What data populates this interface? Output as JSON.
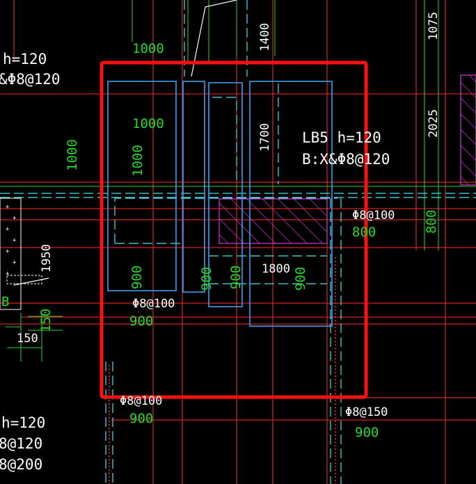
{
  "colors": {
    "background": "#000000",
    "grid_red": "#ff2b2b",
    "text_white": "#ffffff",
    "dim_green": "#27d82a",
    "dash_cyan": "#46e6ee",
    "box_blue": "#3aa0f0",
    "hatch_magenta": "#d23ad6",
    "highlight_red": "#ff1010"
  },
  "labels": {
    "lb_top_left_h": "h=120",
    "lb_top_left_rebar": "&Φ8@120",
    "lb5_name": "LB5  h=120",
    "lb5_rebar": "B:X&Φ8@120",
    "lb_bottom_left_h": "h=120",
    "lb_bottom_left_rebar1": "8@120",
    "lb_bottom_left_rebar2": "8@200",
    "rebar_center": "Φ8@100",
    "rebar_bottom_center": "Φ8@100",
    "rebar_right": "Φ8@100",
    "rebar_bottom_right": "Φ8@150",
    "label_partial_b": "B"
  },
  "dimensions": {
    "d1000_top": "1000",
    "d1000_inner": "1000",
    "d1000_vert_inner": "1000",
    "d1000_left_vert": "1000",
    "d1400": "1400",
    "d1700": "1700",
    "d1075": "1075",
    "d2025": "2025",
    "d1800": "1800",
    "d800_right": "800",
    "d800_far_right": "800",
    "d900_a": "900",
    "d900_b": "900",
    "d900_c": "900",
    "d900_d": "900",
    "d900_center_bottom": "900",
    "d900_lower": "900",
    "d900_bottom_right": "900",
    "d1950": "1950",
    "d150": "150",
    "d150_vert": "150"
  }
}
